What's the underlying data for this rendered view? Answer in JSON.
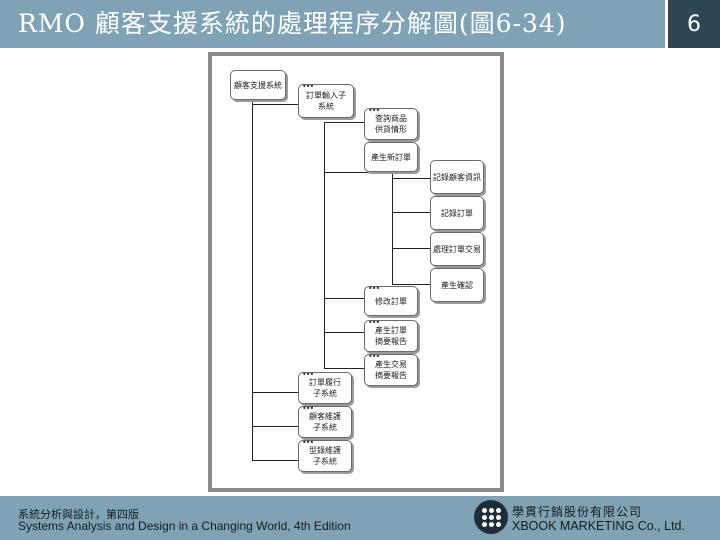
{
  "header": {
    "title": "RMO 顧客支援系統的處理程序分解圖(圖6-34)",
    "page_number": "6"
  },
  "diagram": {
    "nodes": [
      {
        "id": "root",
        "label": "顧客支援系統",
        "dots": false
      },
      {
        "id": "order_entry",
        "label": "訂單輸入子\n系統",
        "dots": true
      },
      {
        "id": "query_items",
        "label": "查詢商品\n供貨情形",
        "dots": false
      },
      {
        "id": "create_order",
        "label": "產生新訂單",
        "dots": false
      },
      {
        "id": "record_customer",
        "label": "記錄顧客資訊",
        "dots": false
      },
      {
        "id": "record_order",
        "label": "記錄訂單",
        "dots": false
      },
      {
        "id": "process_tx",
        "label": "處理訂單交易",
        "dots": false
      },
      {
        "id": "create_confirm",
        "label": "產生確認",
        "dots": false
      },
      {
        "id": "update_order",
        "label": "修改訂單",
        "dots": true
      },
      {
        "id": "order_summary",
        "label": "產生訂單\n摘要報告",
        "dots": true
      },
      {
        "id": "tx_summary",
        "label": "產生交易\n摘要報告",
        "dots": true
      },
      {
        "id": "order_fulfillment",
        "label": "訂單履行\n子系統",
        "dots": true
      },
      {
        "id": "customer_maintenance",
        "label": "顧客維護\n子系統",
        "dots": true
      },
      {
        "id": "catalog_maintenance",
        "label": "型錄維護\n子系統",
        "dots": true
      }
    ]
  },
  "footer": {
    "book_zh": "系統分析與設計，第四版",
    "book_en": "Systems Analysis and Design in a Changing World, 4th Edition",
    "company_zh": "學貫行銷股份有限公司",
    "company_en": "XBOOK MARKETING Co., Ltd."
  }
}
